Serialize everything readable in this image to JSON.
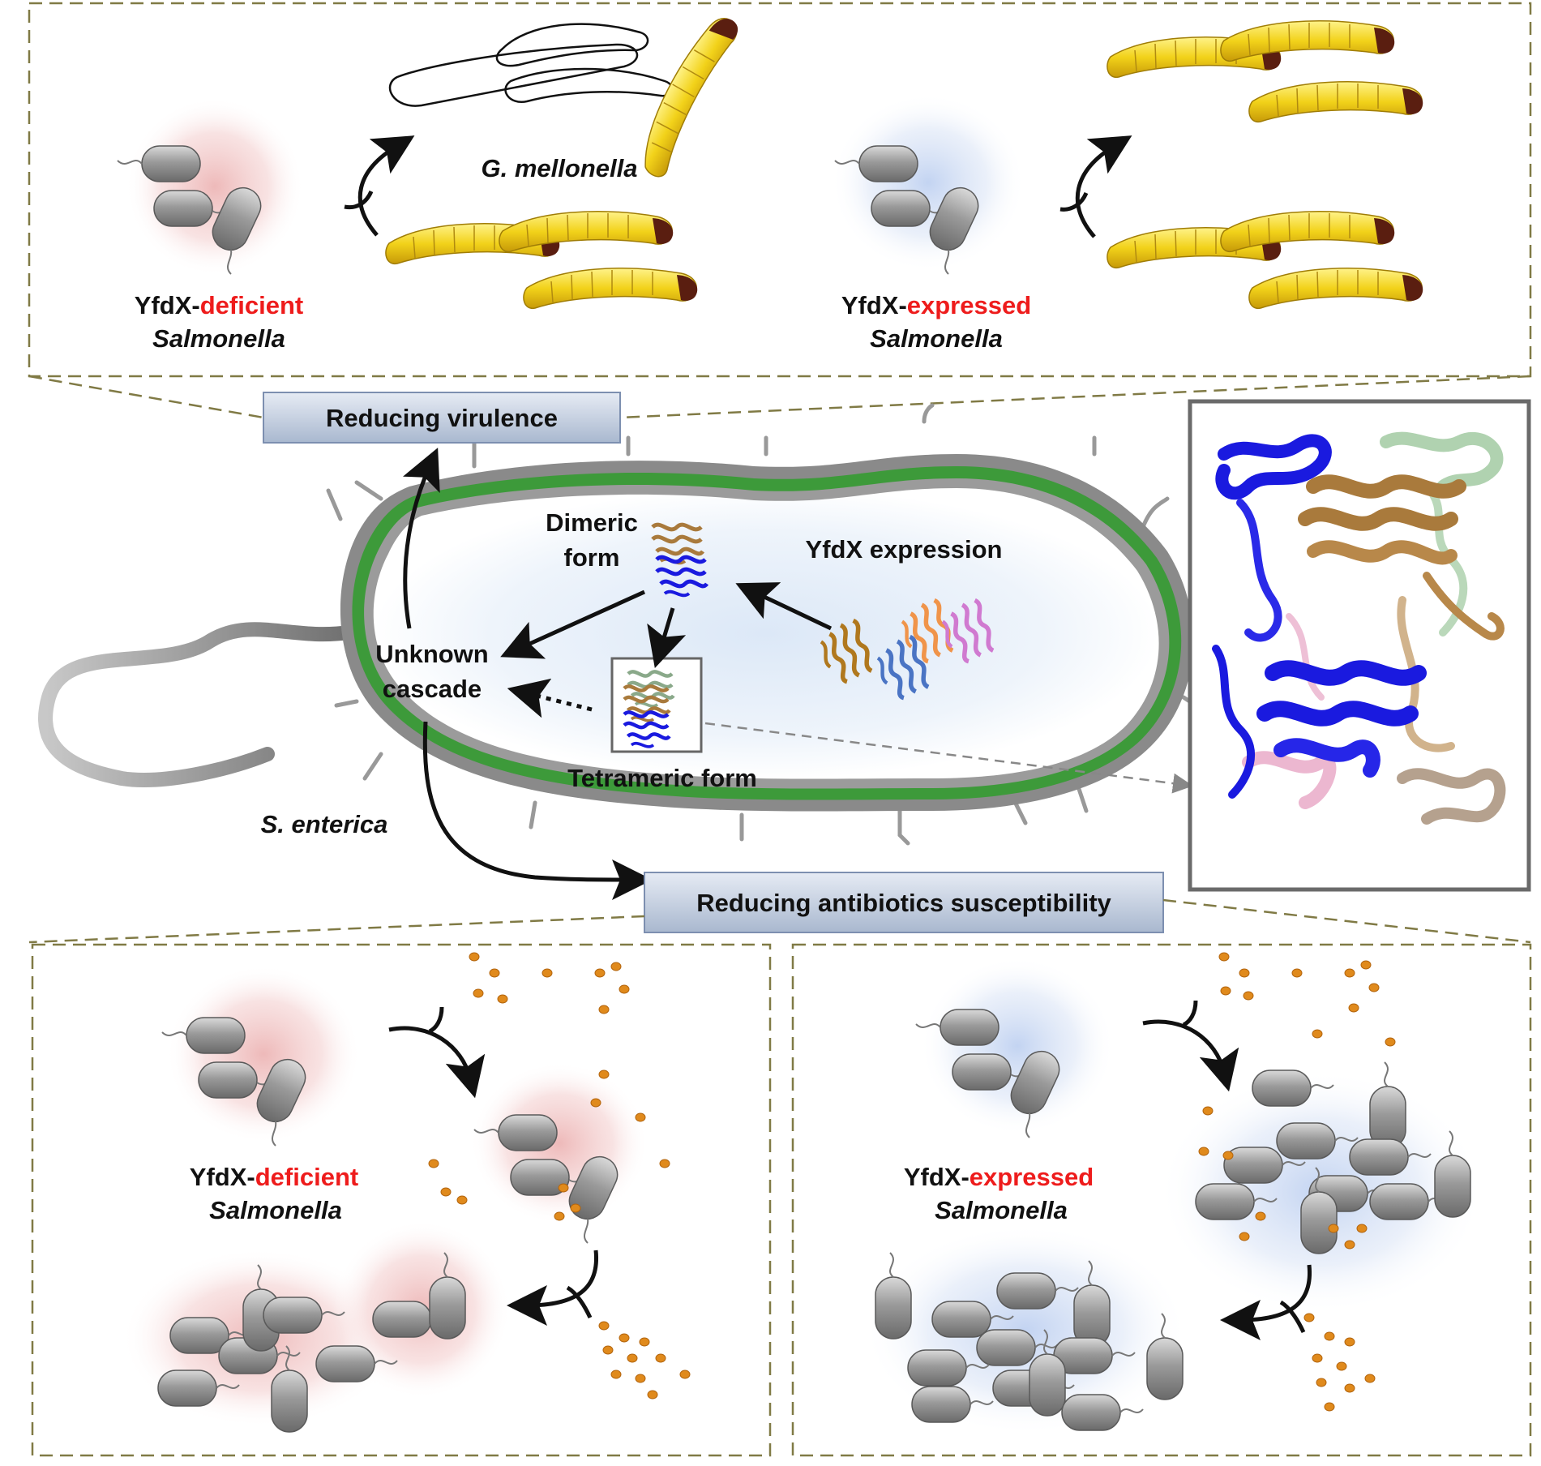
{
  "labels": {
    "top_left_strain_prefix": "YfdX-",
    "top_left_strain_keyword": "deficient",
    "top_left_strain_genus": "Salmonella",
    "top_species": "G. mellonella",
    "top_right_strain_prefix": "YfdX-",
    "top_right_strain_keyword": "expressed",
    "top_right_strain_genus": "Salmonella",
    "reducing_virulence": "Reducing virulence",
    "dimeric_line1": "Dimeric",
    "dimeric_line2": "form",
    "yfdx_expression": "YfdX expression",
    "unknown_line1": "Unknown",
    "unknown_line2": "cascade",
    "tetrameric_form": "Tetrameric form",
    "s_enterica": "S. enterica",
    "reducing_antibiotics": "Reducing antibiotics susceptibility",
    "bottom_left_strain_prefix": "YfdX-",
    "bottom_left_strain_keyword": "deficient",
    "bottom_left_strain_genus": "Salmonella",
    "bottom_right_strain_prefix": "YfdX-",
    "bottom_right_strain_keyword": "expressed",
    "bottom_right_strain_genus": "Salmonella"
  },
  "colors": {
    "accent_red": "#ee1c1c",
    "membrane_green": "#3d9a3a",
    "label_box_fill": "#c3cee0",
    "dashed_frame": "#807a45",
    "deficient_glow": "#e8a2a2",
    "expressed_glow": "#a9c1ec",
    "larva_yellow": "#f2d21a",
    "protein_blue": "#1a1adf",
    "protein_brown": "#a97a3c"
  }
}
